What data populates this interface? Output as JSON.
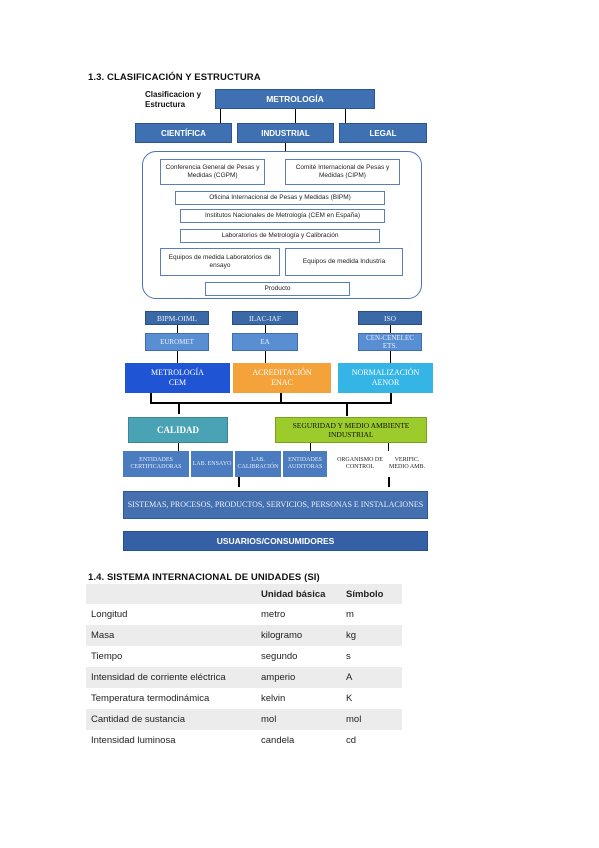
{
  "section13": {
    "title": "1.3.  CLASIFICACIÓN Y ESTRUCTURA"
  },
  "diagram": {
    "caption": "Clasificacion y Estructura",
    "root": "METROLOGÍA",
    "branches": [
      "CIENTÍFICA",
      "INDUSTRIAL",
      "LEGAL"
    ],
    "inner": {
      "cgpm": "Conferencia General de Pesas y Medidas (CGPM)",
      "cipm": "Comité Internacional de Pesas y Medidas (CIPM)",
      "bipm": "Oficina Internacional de Pesas y Medidas (BIPM)",
      "nmi": "Institutos Nacionales de Metrología (CEM en España)",
      "labs": "Laboratorios de Metrología y Calibración",
      "equip_lab": "Equipos de medida Laboratorios de ensayo",
      "equip_ind": "Equipos de medida Industria",
      "product": "Producto"
    },
    "orgs": [
      "BIPM-OIML",
      "ILAC-IAF",
      "ISO"
    ],
    "orgs2": [
      "EUROMET",
      "EA",
      "CEN-CENELEC ETS."
    ],
    "pillars": [
      {
        "l1": "METROLOGÍA",
        "l2": "CEM",
        "color": "#1f55d4"
      },
      {
        "l1": "ACREDITACIÓN",
        "l2": "ENAC",
        "color": "#f3a33a"
      },
      {
        "l1": "NORMALIZACIÓN",
        "l2": "AENOR",
        "color": "#35b4e6"
      }
    ],
    "calidad": "CALIDAD",
    "seguridad": "SEGURIDAD Y MEDIO AMBIENTE INDUSTRIAL",
    "entities": [
      "ENTIDADES CERTIFICADORAS",
      "LAB. ENSAYO",
      "LAB. CALIBRACIÓN",
      "ENTIDADES AUDITORAS",
      "ORGANISMO DE CONTROL",
      "VERIFIC. MEDIO AMB."
    ],
    "systems": "SISTEMAS, PROCESOS, PRODUCTOS, SERVICIOS, PERSONAS E INSTALACIONES",
    "users": "USUARIOS/CONSUMIDORES"
  },
  "section14": {
    "title": "1.4.  SISTEMA INTERNACIONAL DE UNIDADES (SI)",
    "headers": [
      "",
      "Unidad básica",
      "Símbolo"
    ],
    "rows": [
      [
        "Longitud",
        "metro",
        "m"
      ],
      [
        "Masa",
        "kilogramo",
        "kg"
      ],
      [
        "Tiempo",
        "segundo",
        "s"
      ],
      [
        "Intensidad de corriente eléctrica",
        "amperio",
        "A"
      ],
      [
        "Temperatura termodinámica",
        "kelvin",
        "K"
      ],
      [
        "Cantidad de sustancia",
        "mol",
        "mol"
      ],
      [
        "Intensidad luminosa",
        "candela",
        "cd"
      ]
    ]
  }
}
